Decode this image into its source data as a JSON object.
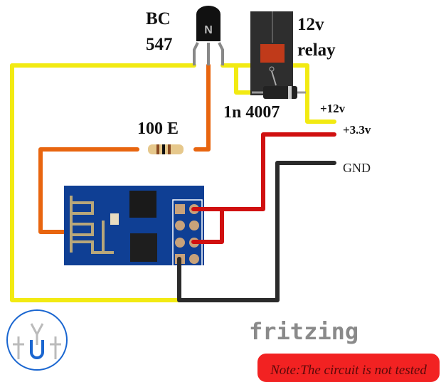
{
  "labels": {
    "transistor_line1": "BC",
    "transistor_line2": "547",
    "relay_line1": "12v",
    "relay_line2": "relay",
    "diode": "1n 4007",
    "resistor": "100 E",
    "plus12": "+12v",
    "plus33": "+3.3v",
    "gnd": "GND",
    "transistor_mark": "N"
  },
  "brand": "fritzing",
  "logo_text": "tUt Y",
  "note": "Note:The circuit is not tested",
  "colors": {
    "yellow": "#f2ea12",
    "orange": "#e8650f",
    "red": "#d01010",
    "black": "#2a2a2a",
    "board": "#0f3f94",
    "note_bg": "#f22222"
  }
}
